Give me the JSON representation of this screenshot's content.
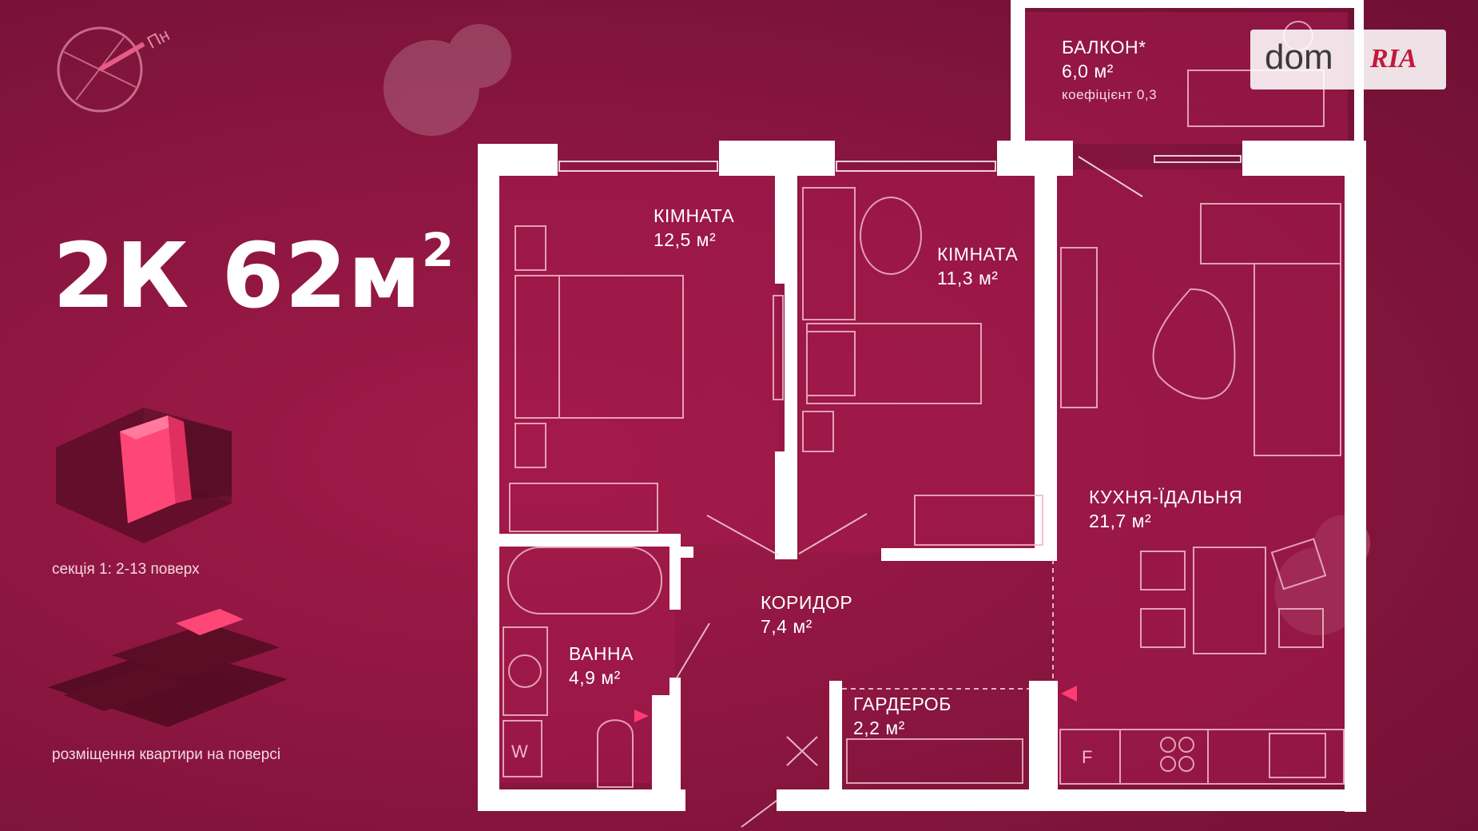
{
  "header": {
    "title_main": "2К 62м",
    "title_sup": "2",
    "compass_label": "Пн"
  },
  "captions": {
    "section": "секція 1: 2-13 поверх",
    "placement": "розміщення квартири на поверсі"
  },
  "watermark": {
    "dom": "dom",
    "ria": "RIA"
  },
  "rooms": {
    "balcony": {
      "name": "БАЛКОН*",
      "area": "6,0 м²",
      "note": "коефіцієнт 0,3"
    },
    "room1": {
      "name": "КІМНАТА",
      "area": "12,5 м²"
    },
    "room2": {
      "name": "КІМНАТА",
      "area": "11,3 м²"
    },
    "kitchen": {
      "name": "КУХНЯ-ЇДАЛЬНЯ",
      "area": "21,7 м²"
    },
    "corridor": {
      "name": "КОРИДОР",
      "area": "7,4 м²"
    },
    "bath": {
      "name": "ВАННА",
      "area": "4,9 м²"
    },
    "wardrobe": {
      "name": "ГАРДЕРОБ",
      "area": "2,2 м²"
    }
  },
  "fixtures": {
    "washer": "W",
    "fridge": "F"
  },
  "colors": {
    "background": "#8c1640",
    "wall": "#ffffff",
    "accent": "#ff3d73"
  }
}
